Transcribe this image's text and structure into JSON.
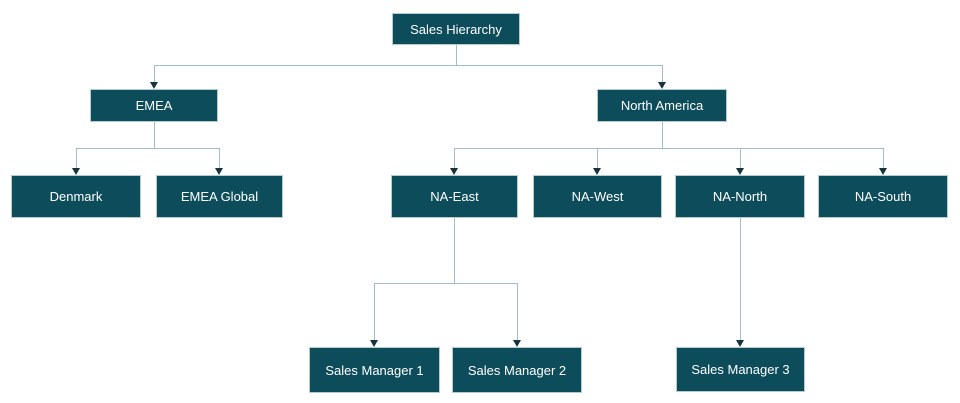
{
  "diagram": {
    "type": "org-chart-tree",
    "title": "Sales Hierarchy",
    "colors": {
      "node_fill": "#0d4c5a",
      "node_border": "#b5cbd2",
      "node_text": "#ffffff",
      "connector_line": "#a3bdc6",
      "arrowhead": "#17343c",
      "background": "#ffffff"
    },
    "nodes": {
      "sales_hierarchy": {
        "label": "Sales Hierarchy",
        "level": 1,
        "parent": null
      },
      "emea": {
        "label": "EMEA",
        "level": 2,
        "parent": "Sales Hierarchy"
      },
      "north_america": {
        "label": "North America",
        "level": 2,
        "parent": "Sales Hierarchy"
      },
      "denmark": {
        "label": "Denmark",
        "level": 3,
        "parent": "EMEA"
      },
      "emea_global": {
        "label": "EMEA Global",
        "level": 3,
        "parent": "EMEA"
      },
      "na_east": {
        "label": "NA-East",
        "level": 3,
        "parent": "North America"
      },
      "na_west": {
        "label": "NA-West",
        "level": 3,
        "parent": "North America"
      },
      "na_north": {
        "label": "NA-North",
        "level": 3,
        "parent": "North America"
      },
      "na_south": {
        "label": "NA-South",
        "level": 3,
        "parent": "North America"
      },
      "sales_manager_1": {
        "label": "Sales Manager 1",
        "level": 4,
        "parent": "NA-East"
      },
      "sales_manager_2": {
        "label": "Sales Manager 2",
        "level": 4,
        "parent": "NA-East"
      },
      "sales_manager_3": {
        "label": "Sales Manager 3",
        "level": 4,
        "parent": "NA-North"
      }
    }
  }
}
